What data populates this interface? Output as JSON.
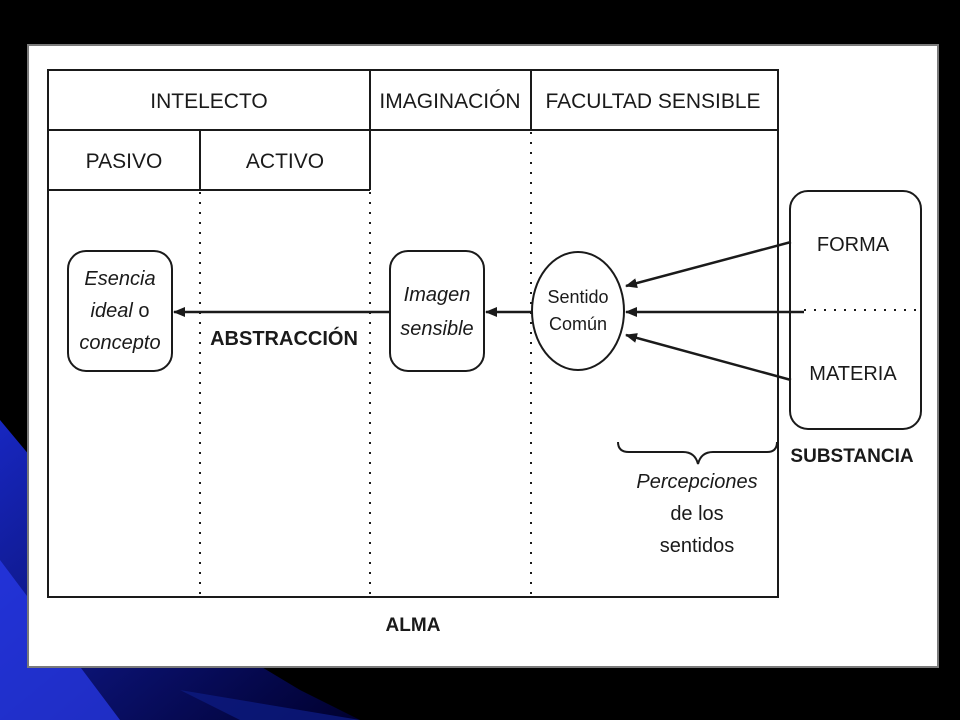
{
  "headers": {
    "intelecto": "INTELECTO",
    "imaginacion": "IMAGINACIÓN",
    "facultad_sensible": "FACULTAD SENSIBLE",
    "pasivo": "PASIVO",
    "activo": "ACTIVO"
  },
  "nodes": {
    "esencia": {
      "line1": "Esencia",
      "line2_italic": "ideal",
      "line2_plain": "o",
      "line3": "concepto"
    },
    "imagen": {
      "line1": "Imagen",
      "line2": "sensible"
    },
    "sentido": {
      "line1": "Sentido",
      "line2": "Común"
    },
    "forma": "FORMA",
    "materia": "MATERIA"
  },
  "labels": {
    "abstraccion": "ABSTRACCIÓN",
    "substancia": "SUBSTANCIA",
    "alma": "ALMA",
    "percepciones": {
      "line1": "Percepciones",
      "line2": "de los",
      "line3": "sentidos"
    }
  },
  "colors": {
    "slide_background": "#ffffff",
    "line": "#1a1a1a",
    "outer_background": "#000000",
    "accent_blue": "#1a2bd6"
  }
}
